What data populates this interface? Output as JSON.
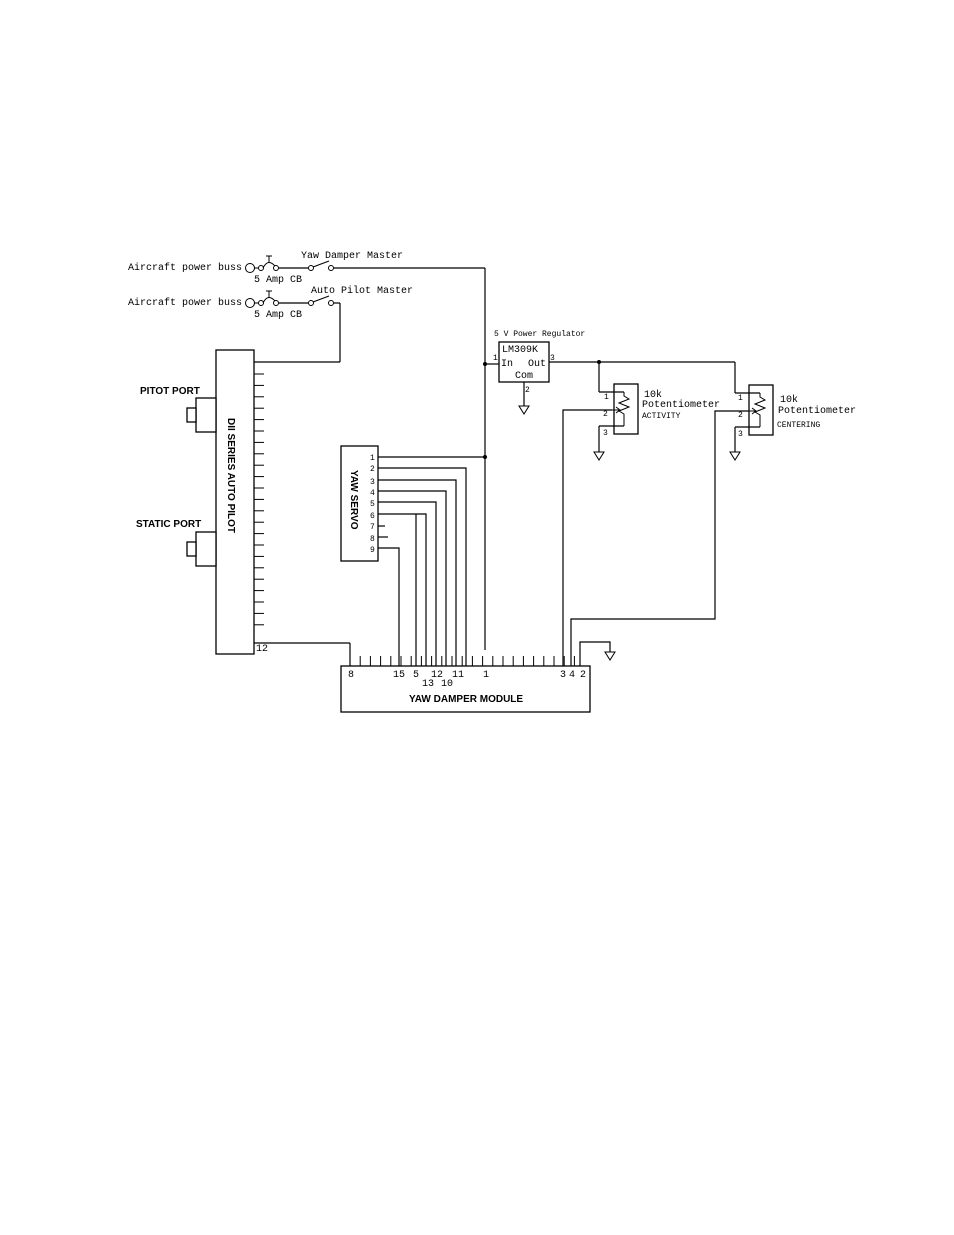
{
  "power": {
    "buss1": "Aircraft power buss",
    "buss2": "Aircraft power buss",
    "cb1": "5 Amp CB",
    "cb2": "5 Amp CB",
    "switch1": "Yaw Damper Master",
    "switch2": "Auto Pilot Master"
  },
  "ports": {
    "pitot": "PITOT PORT",
    "static": "STATIC PORT"
  },
  "autopilot": {
    "label": "DII SERIES AUTO PILOT",
    "pin": "12"
  },
  "servo": {
    "label": "YAW SERVO",
    "pins": [
      "1",
      "2",
      "3",
      "4",
      "5",
      "6",
      "7",
      "8",
      "9"
    ]
  },
  "regulator": {
    "title": "5 V Power Regulator",
    "part": "LM309K",
    "in": "In",
    "out": "Out",
    "com": "Com",
    "pin_in": "1",
    "pin_out": "3",
    "pin_com": "2"
  },
  "pot_activity": {
    "value": "10k",
    "name": "Potentiometer",
    "function": "ACTIVITY",
    "pins": [
      "1",
      "2",
      "3"
    ]
  },
  "pot_centering": {
    "value": "10k",
    "name": "Potentiometer",
    "function": "CENTERING",
    "pins": [
      "1",
      "2",
      "3"
    ]
  },
  "module": {
    "label": "YAW DAMPER MODULE",
    "pins": {
      "p8": "8",
      "p15": "15",
      "p5": "5",
      "p13": "13",
      "p12": "12",
      "p10": "10",
      "p11": "11",
      "p1": "1",
      "p3": "3",
      "p4": "4",
      "p2": "2"
    }
  }
}
